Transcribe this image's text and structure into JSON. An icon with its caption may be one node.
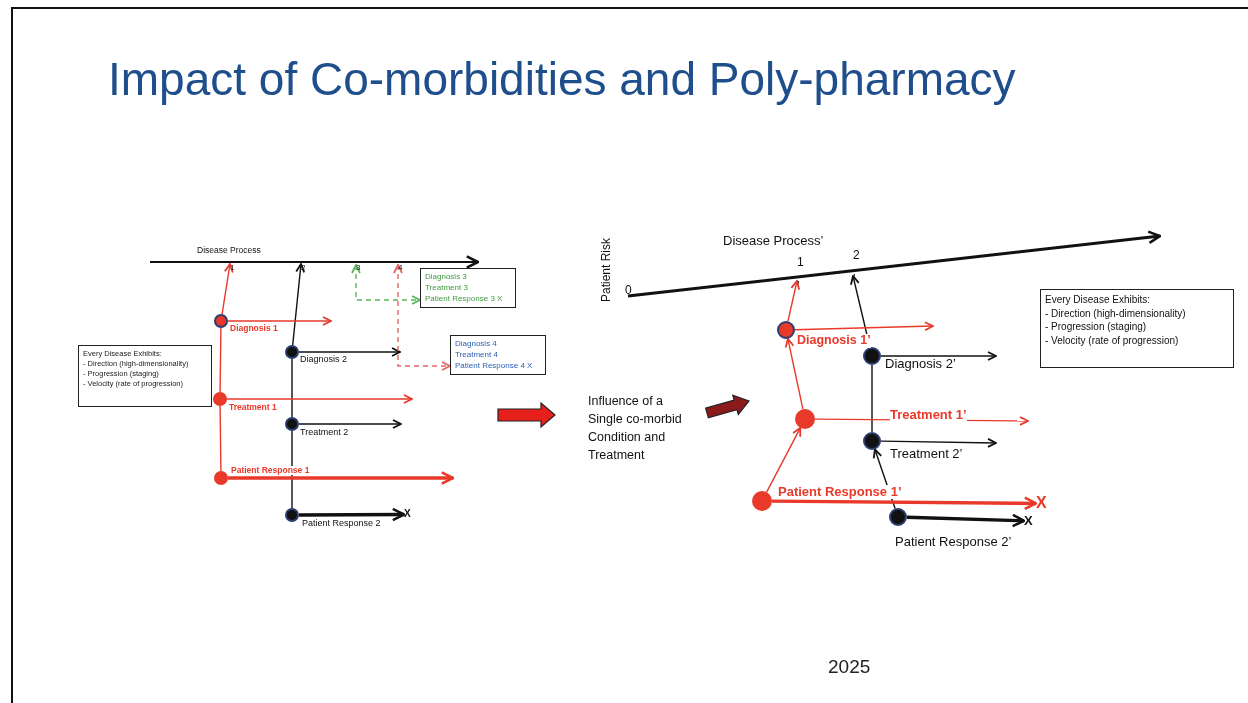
{
  "diagram": {
    "title": "Impact of Co-morbidities and Poly-pharmacy",
    "nodes": [
      {
        "text": [
          "Every Disease Exhibits:",
          "- Direction (high-dimensionality)",
          "- Progression (staging)",
          "- Velocity (rate of progression)"
        ]
      },
      {
        "text": [
          "1"
        ]
      },
      {
        "text": [
          "2"
        ]
      },
      {
        "text": [
          "3"
        ]
      },
      {
        "text": [
          "4"
        ]
      },
      {
        "text": [],
        "shape": "circle",
        "beside": [
          "Diagnosis 1"
        ]
      },
      {
        "text": [],
        "shape": "circle",
        "beside": [
          "Treatment 1"
        ]
      },
      {
        "text": [],
        "shape": "circle",
        "beside": [
          "Patient Response 1"
        ]
      },
      {
        "text": [],
        "shape": "circle",
        "beside": [
          "Diagnosis 2"
        ]
      },
      {
        "text": [],
        "shape": "circle",
        "beside": [
          "Treatment 2"
        ]
      },
      {
        "text": [],
        "shape": "circle",
        "beside": [
          "Patient Response 2"
        ]
      },
      {
        "text": [
          "X"
        ]
      },
      {
        "text": [
          "Diagnosis 3",
          "Treatment 3",
          "Patient Response 3 X"
        ]
      },
      {
        "text": [
          "Diagnosis 4",
          "Treatment 4",
          "Patient Response 4 X"
        ]
      },
      {
        "text": [
          "Every Disease Exhibits:",
          "- Direction (high-dimensionality)",
          "- Progression (staging)",
          "- Velocity (rate of progression)"
        ]
      },
      {
        "text": [
          "1",
          "’"
        ]
      },
      {
        "text": [
          "2",
          "’"
        ]
      },
      {
        "text": [],
        "shape": "circle",
        "beside": [
          "Diagnosis 1’"
        ]
      },
      {
        "text": [],
        "shape": "circle"
      },
      {
        "text": [],
        "shape": "circle"
      },
      {
        "text": [],
        "shape": "circle",
        "beside": [
          "Diagnosis 2’"
        ]
      },
      {
        "text": [],
        "shape": "circle",
        "beside": [
          "Treatment 2’"
        ]
      },
      {
        "text": [],
        "shape": "circle",
        "beside": [
          "Patient Response 2’"
        ]
      },
      {
        "text": [
          "X"
        ]
      },
      {
        "text": [
          "X"
        ]
      }
    ],
    "edges": [
      {
        "from": 7,
        "to": 6,
        "arrow": "none"
      },
      {
        "from": 6,
        "to": 5,
        "arrow": "none"
      },
      {
        "from": 5,
        "to": 1,
        "arrow": "to"
      },
      {
        "from": 10,
        "to": 9,
        "arrow": "none",
        "color": "#111111"
      },
      {
        "from": 9,
        "to": 8,
        "arrow": "none",
        "color": "#111111"
      },
      {
        "from": 8,
        "to": 2,
        "arrow": "to",
        "color": "#111111"
      },
      {
        "from": 5,
        "to": null,
        "arrow": "to"
      },
      {
        "from": 8,
        "to": null,
        "arrow": "to",
        "color": "#111111"
      },
      {
        "from": 6,
        "to": null,
        "arrow": "to"
      },
      {
        "from": 9,
        "to": null,
        "arrow": "to",
        "color": "#111111"
      },
      {
        "from": 7,
        "to": null,
        "arrow": "to",
        "style": "thick"
      },
      {
        "from": 10,
        "to": 11,
        "arrow": "to",
        "style": "thick",
        "color": "#111111"
      },
      {
        "from": 3,
        "to": 12,
        "arrow": "both",
        "style": "dashed",
        "color": "#5bb55b"
      },
      {
        "from": 4,
        "to": 13,
        "arrow": "both",
        "style": "dashed",
        "color": "#e06666"
      },
      {
        "from": 19,
        "to": 18,
        "arrow": "to"
      },
      {
        "from": 18,
        "to": 17,
        "arrow": "to"
      },
      {
        "from": 17,
        "to": 15,
        "arrow": "to"
      },
      {
        "from": 22,
        "to": 21,
        "arrow": "to",
        "color": "#111111"
      },
      {
        "from": 21,
        "to": 20,
        "arrow": "none",
        "color": "#111111"
      },
      {
        "from": 20,
        "to": 16,
        "arrow": "to",
        "color": "#111111"
      },
      {
        "from": 17,
        "to": null,
        "arrow": "to"
      },
      {
        "from": 20,
        "to": null,
        "arrow": "to",
        "color": "#111111"
      },
      {
        "from": 18,
        "to": null,
        "arrow": "to"
      },
      {
        "from": 21,
        "to": null,
        "arrow": "to",
        "color": "#111111"
      },
      {
        "from": 19,
        "to": 23,
        "arrow": "to",
        "style": "thick"
      },
      {
        "from": 22,
        "to": 24,
        "arrow": "to",
        "style": "thick",
        "color": "#111111"
      }
    ],
    "labels": [
      "Disease Process",
      "Patient Risk",
      "Disease Process’",
      "0",
      "Influence of a Single co-morbid Condition and Treatment",
      "Treatment 1’",
      "Patient Response 1’",
      "2025"
    ]
  }
}
